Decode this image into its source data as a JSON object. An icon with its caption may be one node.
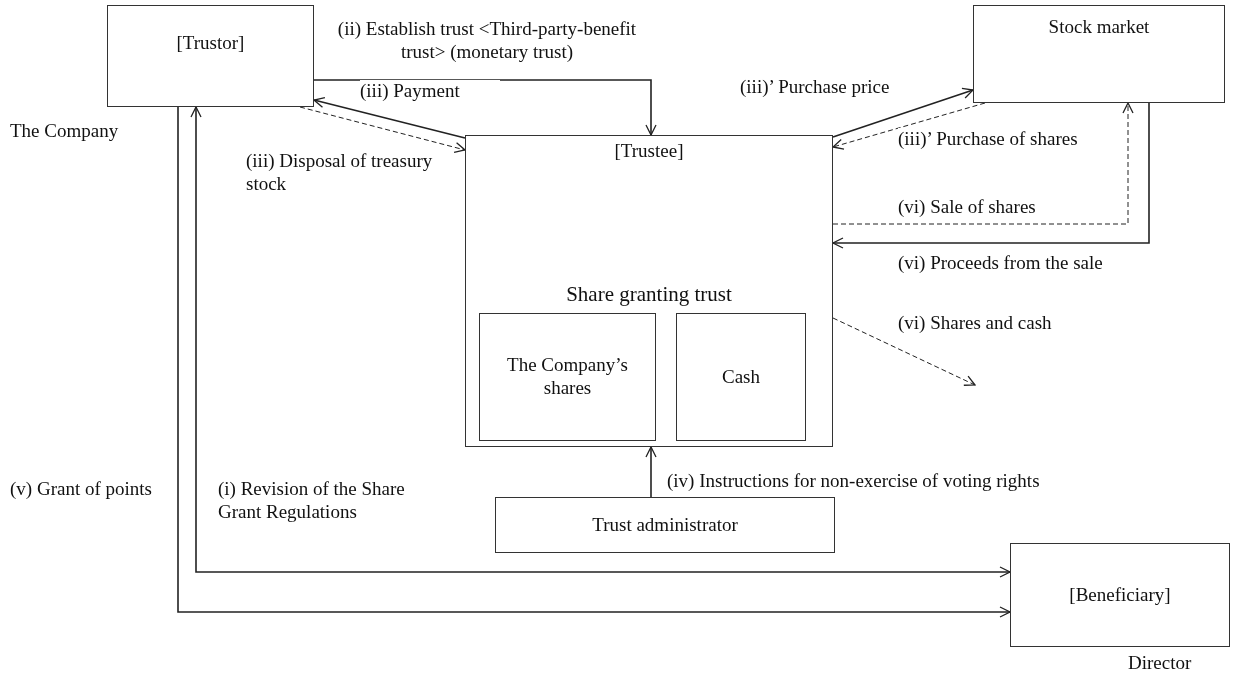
{
  "diagram": {
    "nodes": [
      {
        "text": [
          "[Trustor]"
        ],
        "beside": [
          "The Company"
        ]
      },
      {
        "text": [
          "Stock market"
        ]
      },
      {
        "text": [
          "[Trustee]",
          "Share granting trust"
        ]
      },
      {
        "text": [
          "The Company’s shares"
        ],
        "in": 2
      },
      {
        "text": [
          "Cash"
        ],
        "in": 2
      },
      {
        "text": [
          "Trust administrator"
        ]
      },
      {
        "text": [
          "[Beneficiary]"
        ],
        "beside": [
          "Director"
        ]
      }
    ],
    "edges": [
      {
        "from": 0,
        "to": 2,
        "arrow": "to",
        "label": "(ii) Establish trust <Third-party-benefit trust> (monetary trust)"
      },
      {
        "from": 2,
        "to": 0,
        "arrow": "to",
        "label": "(iii) Payment"
      },
      {
        "from": 0,
        "to": 2,
        "arrow": "to",
        "style": "dashed",
        "label": "(iii) Disposal of treasury stock"
      },
      {
        "from": 2,
        "to": 1,
        "arrow": "to",
        "label": "(iii)’ Purchase price"
      },
      {
        "from": 1,
        "to": 2,
        "arrow": "to",
        "style": "dashed",
        "label": "(iii)’ Purchase of shares"
      },
      {
        "from": 2,
        "to": 1,
        "arrow": "to",
        "style": "dashed",
        "label": "(vi) Sale of shares"
      },
      {
        "from": 1,
        "to": 2,
        "arrow": "to",
        "label": "(vi) Proceeds from the sale"
      },
      {
        "from": 2,
        "to": null,
        "arrow": "to",
        "style": "dashed",
        "label": "(vi) Shares and cash"
      },
      {
        "from": 5,
        "to": 2,
        "arrow": "to",
        "label": "(iv) Instructions for non-exercise of voting rights"
      },
      {
        "from": 0,
        "to": 6,
        "arrow": "both",
        "label": "(i) Revision of the Share Grant Regulations"
      },
      {
        "from": 0,
        "to": 6,
        "arrow": "to",
        "label": "(v) Grant of points"
      }
    ]
  }
}
